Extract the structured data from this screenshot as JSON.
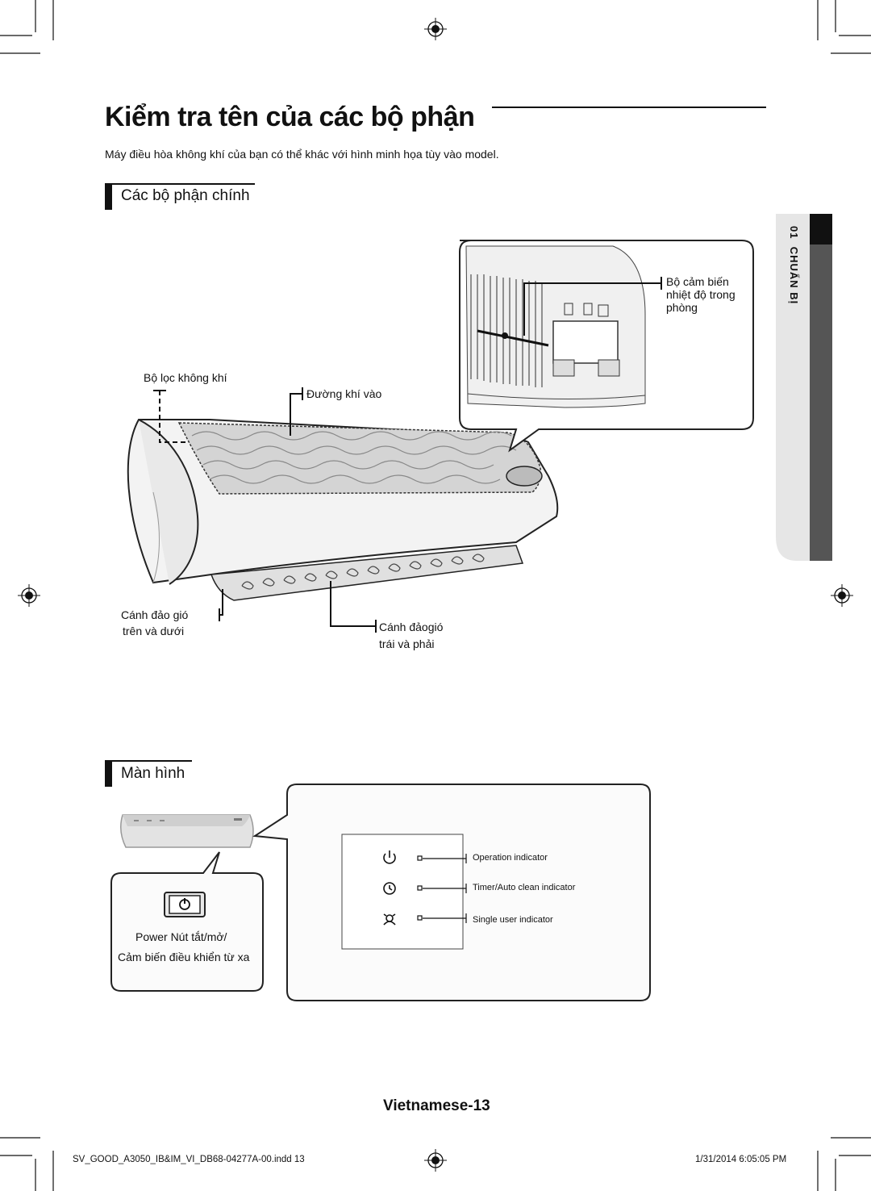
{
  "page": {
    "title": "Kiểm tra tên của các bộ phận",
    "subtitle": "Máy điều hòa không khí của bạn có thể khác với hình minh họa tùy vào model.",
    "page_number": "Vietnamese-13"
  },
  "side_tab": {
    "chapter_number": "01",
    "chapter_name": "CHUẨN BỊ"
  },
  "main_parts": {
    "heading": "Các bộ phận chính",
    "labels": {
      "sensor_line1": "Bộ cảm biến",
      "sensor_line2": "nhiệt độ trong",
      "sensor_line3": "phòng",
      "filter": "Bộ lọc không khí",
      "air_inlet": "Đường khí vào",
      "vertical_blade_line1": "Cánh đảo gió",
      "vertical_blade_line2": "trên và dưới",
      "horizontal_blade_line1": "Cánh đảogió",
      "horizontal_blade_line2": "trái và phải"
    }
  },
  "display": {
    "heading": "Màn hình",
    "power_label_line1": "Power Nút tắt/mở/",
    "power_label_line2": "Cảm biến điều khiển từ xa",
    "indicators": [
      {
        "icon": "power-icon",
        "label": "Operation indicator"
      },
      {
        "icon": "timer-icon",
        "label": "Timer/Auto clean indicator"
      },
      {
        "icon": "single-user-icon",
        "label": "Single user indicator"
      }
    ]
  },
  "footer": {
    "file": "SV_GOOD_A3050_IB&IM_VI_DB68-04277A-00.indd   13",
    "timestamp": "1/31/2014   6:05:05 PM"
  }
}
